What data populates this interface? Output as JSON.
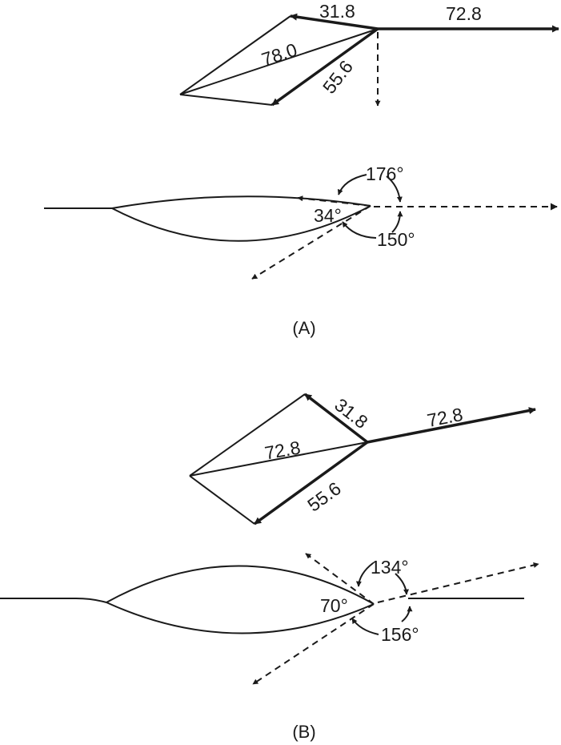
{
  "panel_a": {
    "caption": "(A)",
    "tension_left": "31.8",
    "tension_right": "72.8",
    "tension_diagonal": "78.0",
    "tension_lower": "55.6",
    "angle_top": "176°",
    "angle_inner": "34°",
    "angle_bottom": "150°"
  },
  "panel_b": {
    "caption": "(B)",
    "tension_upper": "31.8",
    "tension_right": "72.8",
    "tension_diagonal": "72.8",
    "tension_lower": "55.6",
    "angle_top": "134°",
    "angle_inner": "70°",
    "angle_bottom": "156°"
  },
  "colors": {
    "ink": "#1a1a1a",
    "background": "#ffffff"
  }
}
